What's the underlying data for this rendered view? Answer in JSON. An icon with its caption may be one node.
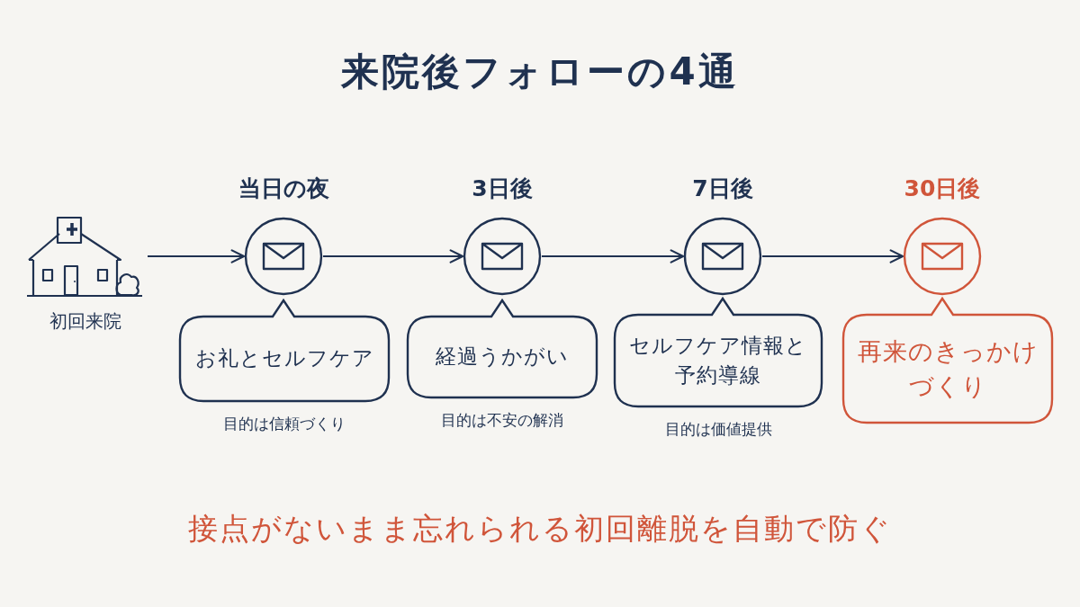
{
  "diagram": {
    "title": "来院後フォローの4通",
    "caption": "接点がないまま忘れられる初回離脱を自動で防ぐ",
    "nodes": [
      {
        "text": [],
        "shape": "picture",
        "beside": [
          "初回来院"
        ]
      },
      {
        "text": [
          "当日の夜"
        ]
      },
      {
        "text": [
          "3日後"
        ]
      },
      {
        "text": [
          "7日後"
        ]
      },
      {
        "text": [
          "30日後"
        ]
      },
      {
        "text": [
          "お礼とセルフケア"
        ],
        "beside": [
          "目的は信頼づくり"
        ]
      },
      {
        "text": [
          "経過うかがい"
        ],
        "beside": [
          "目的は不安の解消"
        ]
      },
      {
        "text": [
          "セルフケア情報と予約導線"
        ],
        "beside": [
          "目的は価値提供"
        ]
      },
      {
        "text": [
          "再来のきっかけづくり"
        ]
      }
    ],
    "edges": [
      {
        "from": 0,
        "to": 1,
        "arrow": "to"
      },
      {
        "from": 1,
        "to": 2,
        "arrow": "to"
      },
      {
        "from": 2,
        "to": 3,
        "arrow": "to"
      },
      {
        "from": 3,
        "to": 4,
        "arrow": "to"
      }
    ]
  }
}
